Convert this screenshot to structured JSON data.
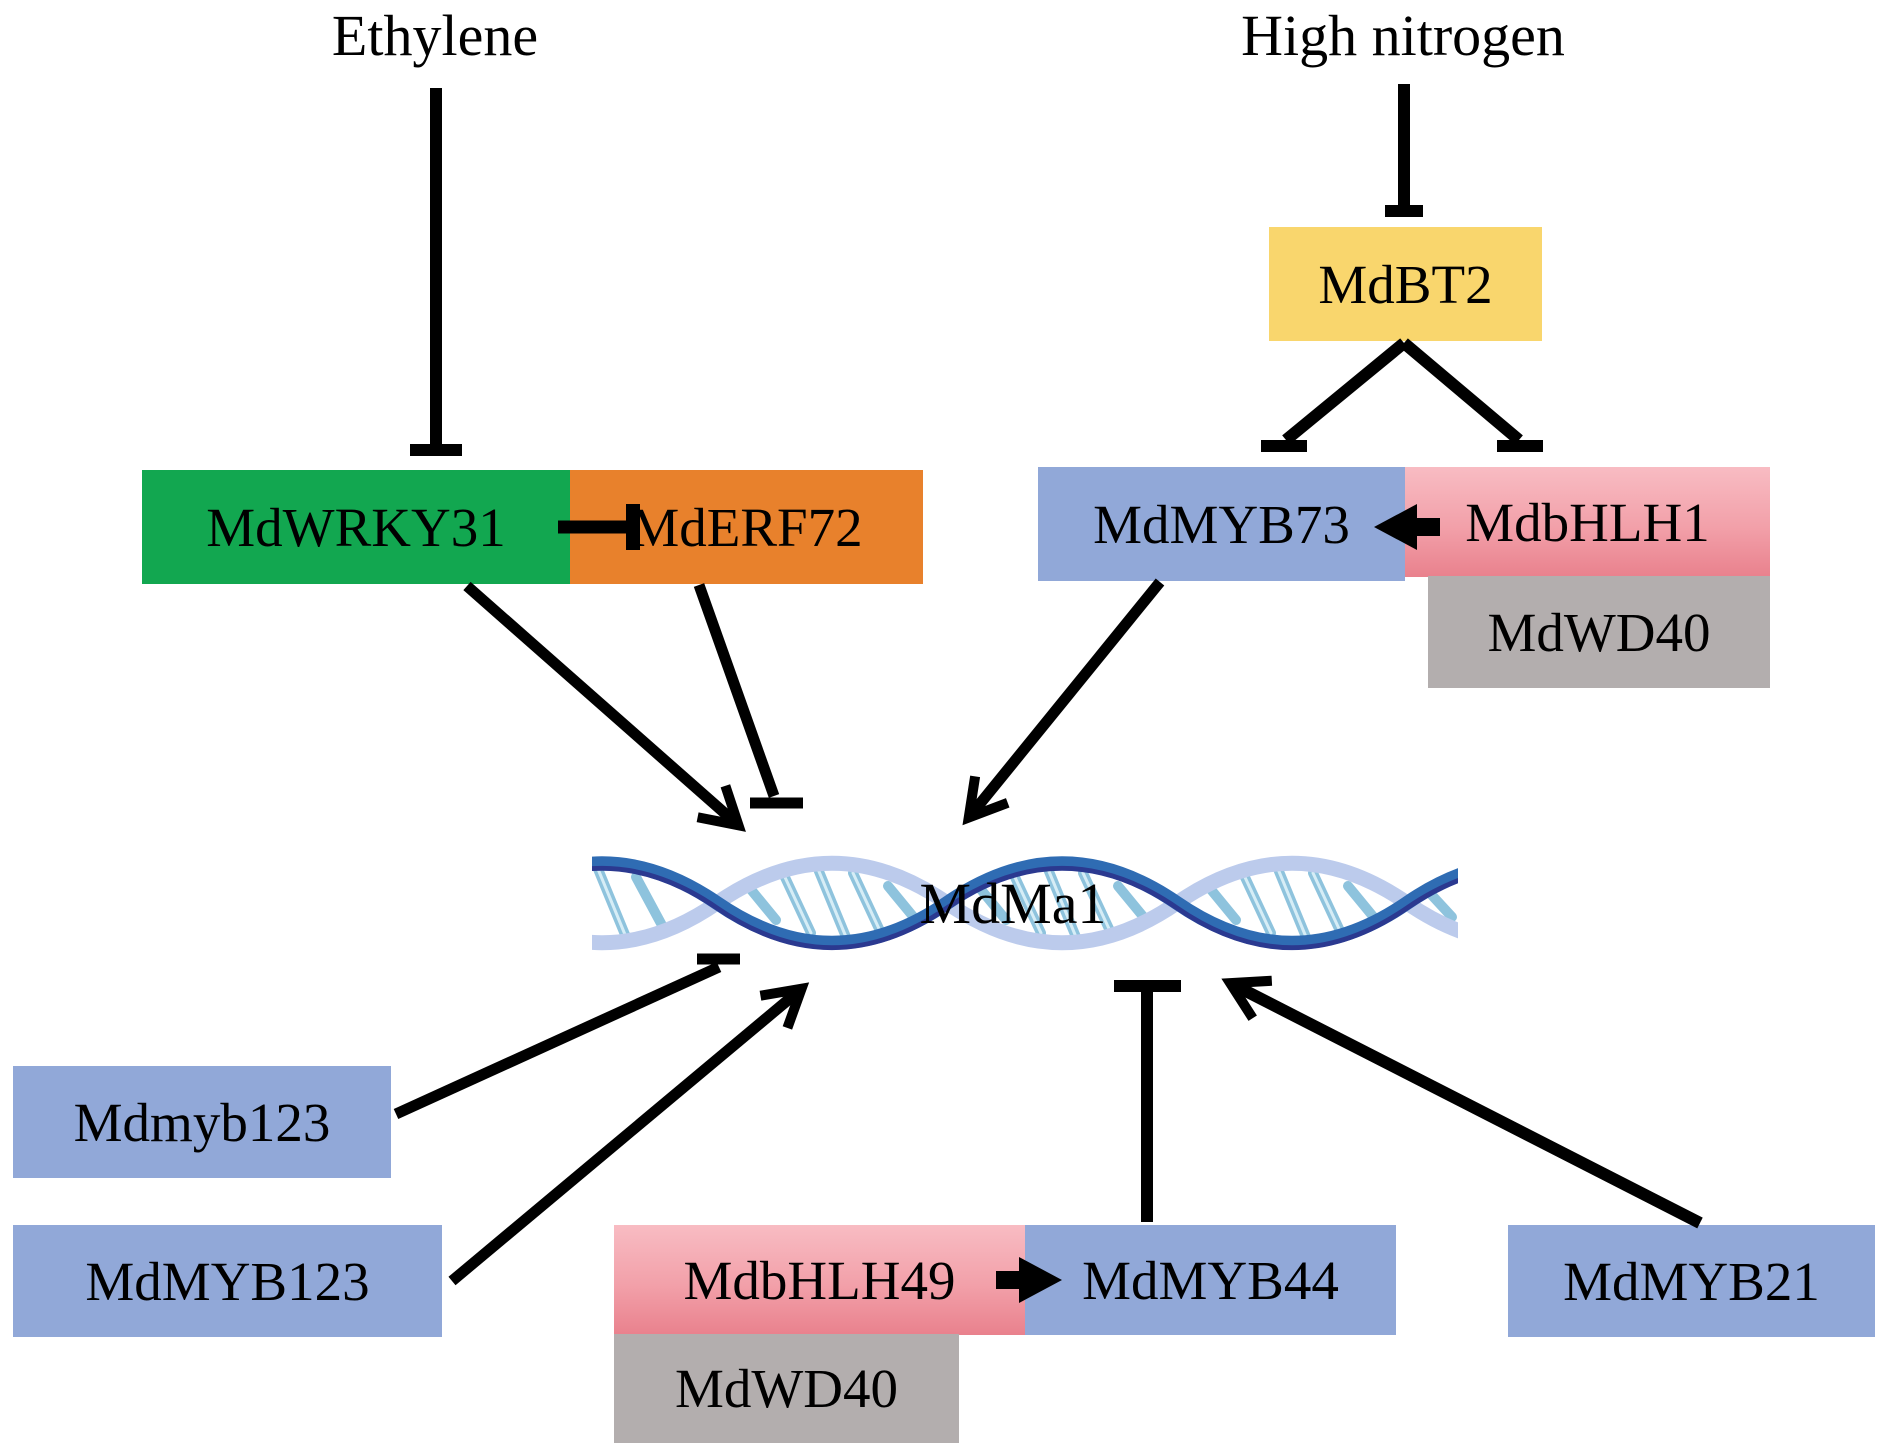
{
  "stimuli": {
    "ethylene": "Ethylene",
    "high_nitrogen": "High nitrogen"
  },
  "gene": {
    "label": "MdMa1"
  },
  "nodes": {
    "mdwrky31": {
      "label": "MdWRKY31",
      "color": "#12a750"
    },
    "mderf72": {
      "label": "MdERF72",
      "color": "#e8812c"
    },
    "mdbt2": {
      "label": "MdBT2",
      "color": "#f9d66d"
    },
    "mdmyb73": {
      "label": "MdMYB73",
      "color": "#91a8d8"
    },
    "mdbhlh1": {
      "label": "MdbHLH1",
      "color": "#f2a0a9"
    },
    "mdwd40_right": {
      "label": "MdWD40",
      "color": "#b3aeae"
    },
    "mdmyb123_lower": {
      "label": "Mdmyb123",
      "color": "#91a8d8"
    },
    "mdmyb123_upper": {
      "label": "MdMYB123",
      "color": "#91a8d8"
    },
    "mdbhlh49": {
      "label": "MdbHLH49",
      "color": "#f2a0a9"
    },
    "mdmyb44": {
      "label": "MdMYB44",
      "color": "#91a8d8"
    },
    "mdwd40_bottom": {
      "label": "MdWD40",
      "color": "#b3aeae"
    },
    "mdmyb21": {
      "label": "MdMYB21",
      "color": "#91a8d8"
    }
  },
  "relationships": [
    {
      "from": "Ethylene",
      "to": "MdWRKY31",
      "type": "inhibition"
    },
    {
      "from": "MdWRKY31",
      "to": "MdERF72",
      "type": "inhibition"
    },
    {
      "from": "High nitrogen",
      "to": "MdBT2",
      "type": "inhibition"
    },
    {
      "from": "MdBT2",
      "to": "MdMYB73",
      "type": "inhibition"
    },
    {
      "from": "MdBT2",
      "to": "MdbHLH1",
      "type": "inhibition"
    },
    {
      "from": "MdbHLH1",
      "to": "MdMYB73",
      "type": "activation"
    },
    {
      "from": "MdbHLH1",
      "to": "MdWD40",
      "type": "complex"
    },
    {
      "from": "MdWRKY31",
      "to": "MdMa1",
      "type": "activation"
    },
    {
      "from": "MdERF72",
      "to": "MdMa1",
      "type": "inhibition"
    },
    {
      "from": "MdMYB73",
      "to": "MdMa1",
      "type": "activation"
    },
    {
      "from": "Mdmyb123",
      "to": "MdMa1",
      "type": "inhibition"
    },
    {
      "from": "MdMYB123",
      "to": "MdMa1",
      "type": "activation"
    },
    {
      "from": "MdbHLH49",
      "to": "MdMYB44",
      "type": "activation"
    },
    {
      "from": "MdbHLH49",
      "to": "MdWD40",
      "type": "complex"
    },
    {
      "from": "MdMYB44",
      "to": "MdMa1",
      "type": "inhibition"
    },
    {
      "from": "MdMYB21",
      "to": "MdMa1",
      "type": "activation"
    }
  ]
}
